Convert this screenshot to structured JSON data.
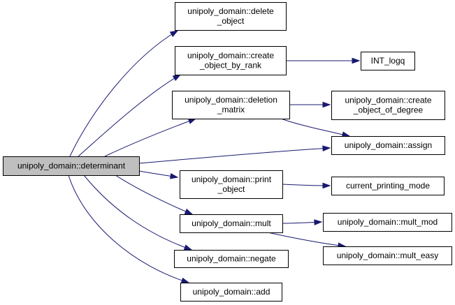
{
  "diagram": {
    "type": "call-graph",
    "edge_color": "#191970",
    "root_fill": "#bfbfbf",
    "nodes": [
      {
        "id": "determinant",
        "lines": [
          "unipoly_domain::determinant"
        ],
        "root": true
      },
      {
        "id": "delete_object",
        "lines": [
          "unipoly_domain::delete",
          "_object"
        ]
      },
      {
        "id": "create_object_by_rank",
        "lines": [
          "unipoly_domain::create",
          "_object_by_rank"
        ]
      },
      {
        "id": "int_logq",
        "lines": [
          "INT_logq"
        ]
      },
      {
        "id": "deletion_matrix",
        "lines": [
          "unipoly_domain::deletion",
          "_matrix"
        ]
      },
      {
        "id": "create_object_of_degree",
        "lines": [
          "unipoly_domain::create",
          "_object_of_degree"
        ]
      },
      {
        "id": "assign",
        "lines": [
          "unipoly_domain::assign"
        ]
      },
      {
        "id": "print_object",
        "lines": [
          "unipoly_domain::print",
          "_object"
        ]
      },
      {
        "id": "current_printing_mode",
        "lines": [
          "current_printing_mode"
        ]
      },
      {
        "id": "mult",
        "lines": [
          "unipoly_domain::mult"
        ]
      },
      {
        "id": "mult_mod",
        "lines": [
          "unipoly_domain::mult_mod"
        ]
      },
      {
        "id": "mult_easy",
        "lines": [
          "unipoly_domain::mult_easy"
        ]
      },
      {
        "id": "negate",
        "lines": [
          "unipoly_domain::negate"
        ]
      },
      {
        "id": "add",
        "lines": [
          "unipoly_domain::add"
        ]
      }
    ],
    "edges": [
      {
        "from": "determinant",
        "to": "delete_object"
      },
      {
        "from": "determinant",
        "to": "create_object_by_rank"
      },
      {
        "from": "determinant",
        "to": "deletion_matrix"
      },
      {
        "from": "determinant",
        "to": "assign"
      },
      {
        "from": "determinant",
        "to": "print_object"
      },
      {
        "from": "determinant",
        "to": "mult"
      },
      {
        "from": "determinant",
        "to": "negate"
      },
      {
        "from": "determinant",
        "to": "add"
      },
      {
        "from": "create_object_by_rank",
        "to": "int_logq"
      },
      {
        "from": "deletion_matrix",
        "to": "create_object_of_degree"
      },
      {
        "from": "deletion_matrix",
        "to": "assign"
      },
      {
        "from": "print_object",
        "to": "current_printing_mode"
      },
      {
        "from": "mult",
        "to": "mult_mod"
      },
      {
        "from": "mult",
        "to": "mult_easy"
      }
    ]
  }
}
